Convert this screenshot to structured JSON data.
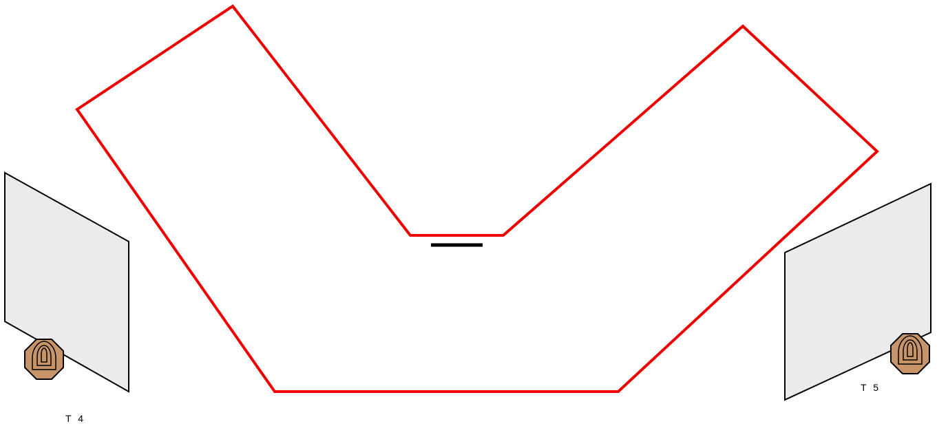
{
  "targets": [
    {
      "id": "t4",
      "label": "T 4",
      "color": "#c8956a"
    },
    {
      "id": "t5",
      "label": "T 5",
      "color": "#c8956a"
    }
  ],
  "colors": {
    "boundary": "#ee0000",
    "wall_fill": "#ebebeb",
    "wall_stroke": "#000000",
    "fault_line": "#000000",
    "target_fill": "#c8956a",
    "target_stroke": "#000000"
  }
}
